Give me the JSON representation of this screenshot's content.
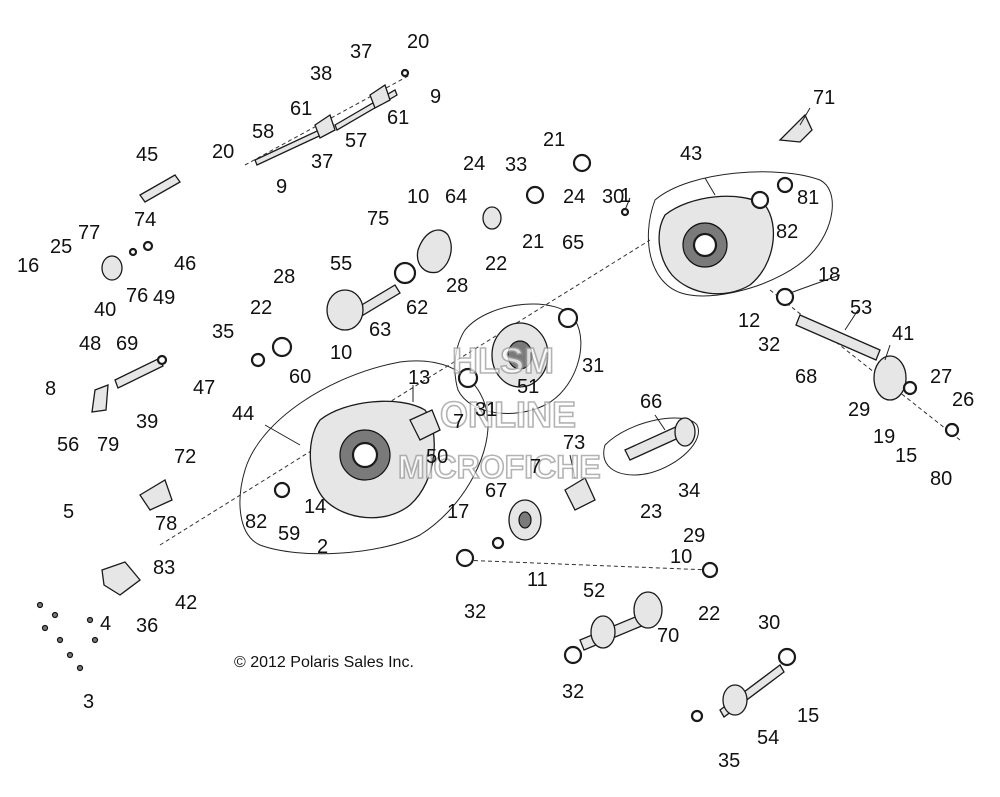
{
  "diagram": {
    "copyright": "© 2012 Polaris Sales Inc.",
    "watermark": {
      "line1": "HLSM",
      "line2": "ONLINE",
      "line3": "MICROFICHE"
    },
    "callouts": [
      "1",
      "2",
      "3",
      "4",
      "5",
      "7",
      "7",
      "8",
      "9",
      "9",
      "10",
      "10",
      "10",
      "11",
      "12",
      "13",
      "14",
      "15",
      "15",
      "16",
      "17",
      "18",
      "19",
      "20",
      "20",
      "21",
      "21",
      "22",
      "22",
      "22",
      "23",
      "24",
      "24",
      "25",
      "26",
      "27",
      "28",
      "28",
      "29",
      "29",
      "30",
      "30",
      "31",
      "31",
      "32",
      "32",
      "32",
      "33",
      "34",
      "35",
      "35",
      "36",
      "37",
      "37",
      "38",
      "39",
      "40",
      "41",
      "42",
      "43",
      "44",
      "45",
      "46",
      "47",
      "48",
      "49",
      "50",
      "51",
      "52",
      "53",
      "54",
      "55",
      "56",
      "57",
      "58",
      "59",
      "60",
      "61",
      "61",
      "62",
      "63",
      "64",
      "65",
      "66",
      "67",
      "68",
      "69",
      "70",
      "71",
      "72",
      "73",
      "74",
      "75",
      "76",
      "77",
      "78",
      "79",
      "80",
      "81",
      "82",
      "82",
      "83"
    ]
  }
}
